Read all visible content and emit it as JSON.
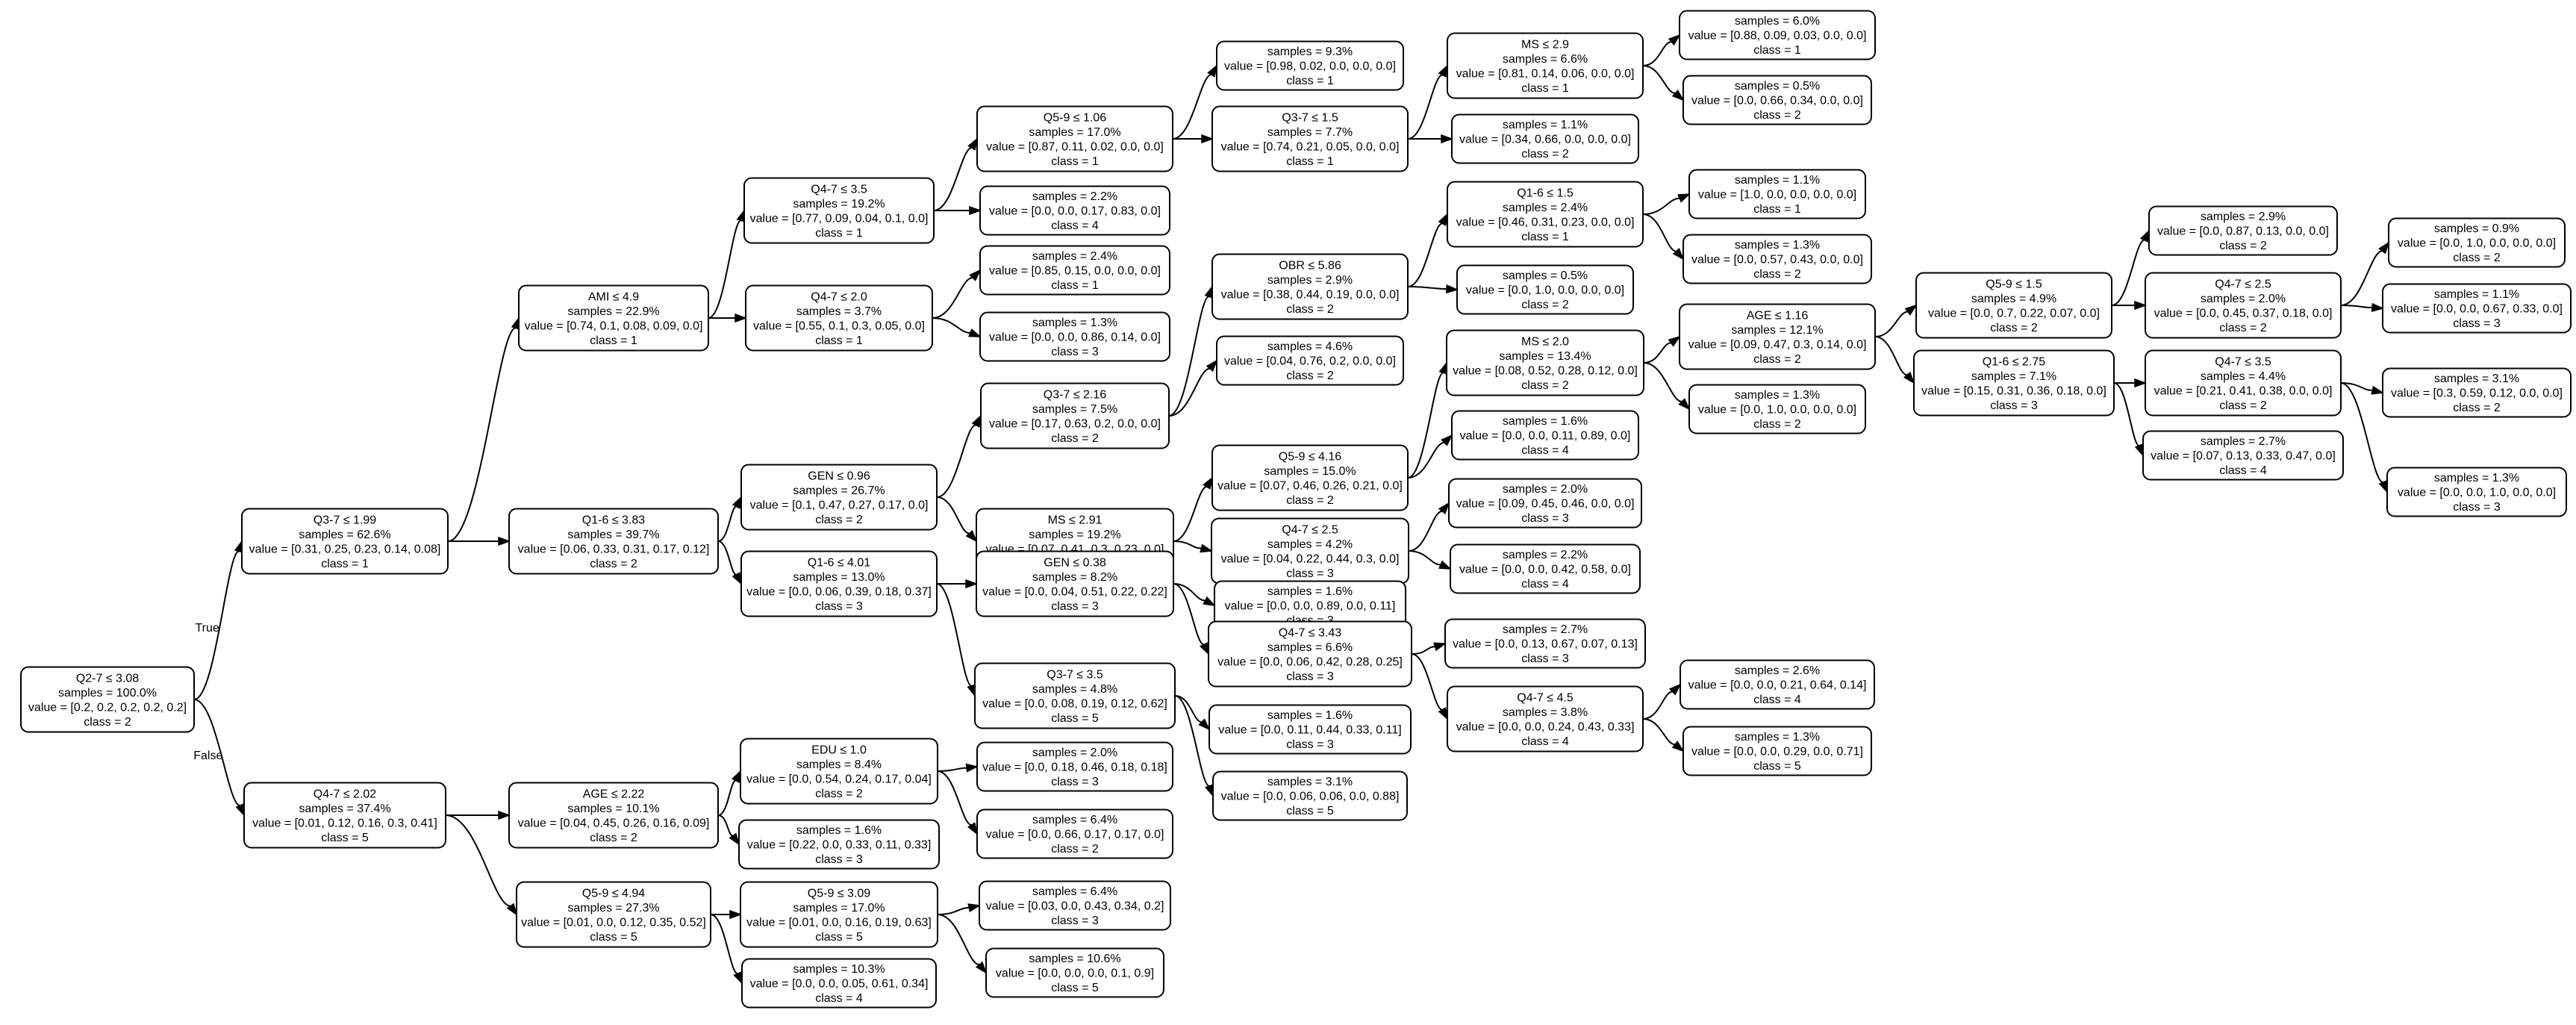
{
  "nodes": [
    {
      "id": "n0",
      "lines": [
        "Q2-7 ≤ 3.08",
        "samples = 100.0%",
        "value = [0.2, 0.2, 0.2, 0.2, 0.2]",
        "class = 2"
      ]
    },
    {
      "id": "n1",
      "lines": [
        "Q3-7 ≤ 1.99",
        "samples = 62.6%",
        "value = [0.31, 0.25, 0.23, 0.14, 0.08]",
        "class = 1"
      ]
    },
    {
      "id": "n2",
      "lines": [
        "Q4-7 ≤ 2.02",
        "samples = 37.4%",
        "value = [0.01, 0.12, 0.16, 0.3, 0.41]",
        "class = 5"
      ]
    },
    {
      "id": "n3",
      "lines": [
        "AMI ≤ 4.9",
        "samples = 22.9%",
        "value = [0.74, 0.1, 0.08, 0.09, 0.0]",
        "class = 1"
      ]
    },
    {
      "id": "n4",
      "lines": [
        "Q1-6 ≤ 3.83",
        "samples = 39.7%",
        "value = [0.06, 0.33, 0.31, 0.17, 0.12]",
        "class = 2"
      ]
    },
    {
      "id": "n5",
      "lines": [
        "AGE ≤ 2.22",
        "samples = 10.1%",
        "value = [0.04, 0.45, 0.26, 0.16, 0.09]",
        "class = 2"
      ]
    },
    {
      "id": "n6",
      "lines": [
        "Q5-9 ≤ 4.94",
        "samples = 27.3%",
        "value = [0.01, 0.0, 0.12, 0.35, 0.52]",
        "class = 5"
      ]
    },
    {
      "id": "n7",
      "lines": [
        "Q4-7 ≤ 3.5",
        "samples = 19.2%",
        "value = [0.77, 0.09, 0.04, 0.1, 0.0]",
        "class = 1"
      ]
    },
    {
      "id": "n8",
      "lines": [
        "Q4-7 ≤ 2.0",
        "samples = 3.7%",
        "value = [0.55, 0.1, 0.3, 0.05, 0.0]",
        "class = 1"
      ]
    },
    {
      "id": "n9",
      "lines": [
        "GEN ≤ 0.96",
        "samples = 26.7%",
        "value = [0.1, 0.47, 0.27, 0.17, 0.0]",
        "class = 2"
      ]
    },
    {
      "id": "n10",
      "lines": [
        "Q1-6 ≤ 4.01",
        "samples = 13.0%",
        "value = [0.0, 0.06, 0.39, 0.18, 0.37]",
        "class = 3"
      ]
    },
    {
      "id": "n11",
      "lines": [
        "EDU ≤ 1.0",
        "samples = 8.4%",
        "value = [0.0, 0.54, 0.24, 0.17, 0.04]",
        "class = 2"
      ]
    },
    {
      "id": "n12",
      "lines": [
        "samples = 1.6%",
        "value = [0.22, 0.0, 0.33, 0.11, 0.33]",
        "class = 3"
      ]
    },
    {
      "id": "n13",
      "lines": [
        "Q5-9 ≤ 3.09",
        "samples = 17.0%",
        "value = [0.01, 0.0, 0.16, 0.19, 0.63]",
        "class = 5"
      ]
    },
    {
      "id": "n14",
      "lines": [
        "samples = 10.3%",
        "value = [0.0, 0.0, 0.05, 0.61, 0.34]",
        "class = 4"
      ]
    },
    {
      "id": "n15",
      "lines": [
        "Q5-9 ≤ 1.06",
        "samples = 17.0%",
        "value = [0.87, 0.11, 0.02, 0.0, 0.0]",
        "class = 1"
      ]
    },
    {
      "id": "n16",
      "lines": [
        "samples = 2.2%",
        "value = [0.0, 0.0, 0.17, 0.83, 0.0]",
        "class = 4"
      ]
    },
    {
      "id": "n17",
      "lines": [
        "samples = 2.4%",
        "value = [0.85, 0.15, 0.0, 0.0, 0.0]",
        "class = 1"
      ]
    },
    {
      "id": "n18",
      "lines": [
        "samples = 1.3%",
        "value = [0.0, 0.0, 0.86, 0.14, 0.0]",
        "class = 3"
      ]
    },
    {
      "id": "n19",
      "lines": [
        "Q3-7 ≤ 2.16",
        "samples = 7.5%",
        "value = [0.17, 0.63, 0.2, 0.0, 0.0]",
        "class = 2"
      ]
    },
    {
      "id": "n20",
      "lines": [
        "MS ≤ 2.91",
        "samples = 19.2%",
        "value = [0.07, 0.41, 0.3, 0.23, 0.0]",
        "class = 2"
      ]
    },
    {
      "id": "n21",
      "lines": [
        "GEN ≤ 0.38",
        "samples = 8.2%",
        "value = [0.0, 0.04, 0.51, 0.22, 0.22]",
        "class = 3"
      ]
    },
    {
      "id": "n22",
      "lines": [
        "Q3-7 ≤ 3.5",
        "samples = 4.8%",
        "value = [0.0, 0.08, 0.19, 0.12, 0.62]",
        "class = 5"
      ]
    },
    {
      "id": "n23",
      "lines": [
        "samples = 2.0%",
        "value = [0.0, 0.18, 0.46, 0.18, 0.18]",
        "class = 3"
      ]
    },
    {
      "id": "n24",
      "lines": [
        "samples = 6.4%",
        "value = [0.0, 0.66, 0.17, 0.17, 0.0]",
        "class = 2"
      ]
    },
    {
      "id": "n25",
      "lines": [
        "samples = 6.4%",
        "value = [0.03, 0.0, 0.43, 0.34, 0.2]",
        "class = 3"
      ]
    },
    {
      "id": "n26",
      "lines": [
        "samples = 10.6%",
        "value = [0.0, 0.0, 0.0, 0.1, 0.9]",
        "class = 5"
      ]
    },
    {
      "id": "n27",
      "lines": [
        "samples = 9.3%",
        "value = [0.98, 0.02, 0.0, 0.0, 0.0]",
        "class = 1"
      ]
    },
    {
      "id": "n28",
      "lines": [
        "Q3-7 ≤ 1.5",
        "samples = 7.7%",
        "value = [0.74, 0.21, 0.05, 0.0, 0.0]",
        "class = 1"
      ]
    },
    {
      "id": "n29",
      "lines": [
        "OBR ≤ 5.86",
        "samples = 2.9%",
        "value = [0.38, 0.44, 0.19, 0.0, 0.0]",
        "class = 2"
      ]
    },
    {
      "id": "n30",
      "lines": [
        "samples = 4.6%",
        "value = [0.04, 0.76, 0.2, 0.0, 0.0]",
        "class = 2"
      ]
    },
    {
      "id": "n31",
      "lines": [
        "Q5-9 ≤ 4.16",
        "samples = 15.0%",
        "value = [0.07, 0.46, 0.26, 0.21, 0.0]",
        "class = 2"
      ]
    },
    {
      "id": "n32",
      "lines": [
        "Q4-7 ≤ 2.5",
        "samples = 4.2%",
        "value = [0.04, 0.22, 0.44, 0.3, 0.0]",
        "class = 3"
      ]
    },
    {
      "id": "n33",
      "lines": [
        "samples = 1.6%",
        "value = [0.0, 0.0, 0.89, 0.0, 0.11]",
        "class = 3"
      ]
    },
    {
      "id": "n34",
      "lines": [
        "Q4-7 ≤ 3.43",
        "samples = 6.6%",
        "value = [0.0, 0.06, 0.42, 0.28, 0.25]",
        "class = 3"
      ]
    },
    {
      "id": "n35",
      "lines": [
        "samples = 1.6%",
        "value = [0.0, 0.11, 0.44, 0.33, 0.11]",
        "class = 3"
      ]
    },
    {
      "id": "n36",
      "lines": [
        "samples = 3.1%",
        "value = [0.0, 0.06, 0.06, 0.0, 0.88]",
        "class = 5"
      ]
    },
    {
      "id": "n37",
      "lines": [
        "MS ≤ 2.9",
        "samples = 6.6%",
        "value = [0.81, 0.14, 0.06, 0.0, 0.0]",
        "class = 1"
      ]
    },
    {
      "id": "n38",
      "lines": [
        "samples = 1.1%",
        "value = [0.34, 0.66, 0.0, 0.0, 0.0]",
        "class = 2"
      ]
    },
    {
      "id": "n39",
      "lines": [
        "Q1-6 ≤ 1.5",
        "samples = 2.4%",
        "value = [0.46, 0.31, 0.23, 0.0, 0.0]",
        "class = 1"
      ]
    },
    {
      "id": "n40",
      "lines": [
        "samples = 0.5%",
        "value = [0.0, 1.0, 0.0, 0.0, 0.0]",
        "class = 2"
      ]
    },
    {
      "id": "n41",
      "lines": [
        "MS ≤ 2.0",
        "samples = 13.4%",
        "value = [0.08, 0.52, 0.28, 0.12, 0.0]",
        "class = 2"
      ]
    },
    {
      "id": "n42",
      "lines": [
        "samples = 1.6%",
        "value = [0.0, 0.0, 0.11, 0.89, 0.0]",
        "class = 4"
      ]
    },
    {
      "id": "n43",
      "lines": [
        "samples = 2.0%",
        "value = [0.09, 0.45, 0.46, 0.0, 0.0]",
        "class = 3"
      ]
    },
    {
      "id": "n44",
      "lines": [
        "samples = 2.2%",
        "value = [0.0, 0.0, 0.42, 0.58, 0.0]",
        "class = 4"
      ]
    },
    {
      "id": "n45",
      "lines": [
        "samples = 2.7%",
        "value = [0.0, 0.13, 0.67, 0.07, 0.13]",
        "class = 3"
      ]
    },
    {
      "id": "n46",
      "lines": [
        "Q4-7 ≤ 4.5",
        "samples = 3.8%",
        "value = [0.0, 0.0, 0.24, 0.43, 0.33]",
        "class = 4"
      ]
    },
    {
      "id": "n47",
      "lines": [
        "samples = 6.0%",
        "value = [0.88, 0.09, 0.03, 0.0, 0.0]",
        "class = 1"
      ]
    },
    {
      "id": "n48",
      "lines": [
        "samples = 0.5%",
        "value = [0.0, 0.66, 0.34, 0.0, 0.0]",
        "class = 2"
      ]
    },
    {
      "id": "n49",
      "lines": [
        "samples = 1.1%",
        "value = [1.0, 0.0, 0.0, 0.0, 0.0]",
        "class = 1"
      ]
    },
    {
      "id": "n50",
      "lines": [
        "samples = 1.3%",
        "value = [0.0, 0.57, 0.43, 0.0, 0.0]",
        "class = 2"
      ]
    },
    {
      "id": "n51",
      "lines": [
        "AGE ≤ 1.16",
        "samples = 12.1%",
        "value = [0.09, 0.47, 0.3, 0.14, 0.0]",
        "class = 2"
      ]
    },
    {
      "id": "n52",
      "lines": [
        "samples = 1.3%",
        "value = [0.0, 1.0, 0.0, 0.0, 0.0]",
        "class = 2"
      ]
    },
    {
      "id": "n53",
      "lines": [
        "samples = 2.6%",
        "value = [0.0, 0.0, 0.21, 0.64, 0.14]",
        "class = 4"
      ]
    },
    {
      "id": "n54",
      "lines": [
        "samples = 1.3%",
        "value = [0.0, 0.0, 0.29, 0.0, 0.71]",
        "class = 5"
      ]
    },
    {
      "id": "n55",
      "lines": [
        "Q5-9 ≤ 1.5",
        "samples = 4.9%",
        "value = [0.0, 0.7, 0.22, 0.07, 0.0]",
        "class = 2"
      ]
    },
    {
      "id": "n56",
      "lines": [
        "Q1-6 ≤ 2.75",
        "samples = 7.1%",
        "value = [0.15, 0.31, 0.36, 0.18, 0.0]",
        "class = 3"
      ]
    },
    {
      "id": "n57",
      "lines": [
        "samples = 2.9%",
        "value = [0.0, 0.87, 0.13, 0.0, 0.0]",
        "class = 2"
      ]
    },
    {
      "id": "n58",
      "lines": [
        "Q4-7 ≤ 2.5",
        "samples = 2.0%",
        "value = [0.0, 0.45, 0.37, 0.18, 0.0]",
        "class = 2"
      ]
    },
    {
      "id": "n59",
      "lines": [
        "Q4-7 ≤ 3.5",
        "samples = 4.4%",
        "value = [0.21, 0.41, 0.38, 0.0, 0.0]",
        "class = 2"
      ]
    },
    {
      "id": "n60",
      "lines": [
        "samples = 2.7%",
        "value = [0.07, 0.13, 0.33, 0.47, 0.0]",
        "class = 4"
      ]
    },
    {
      "id": "n61",
      "lines": [
        "samples = 0.9%",
        "value = [0.0, 1.0, 0.0, 0.0, 0.0]",
        "class = 2"
      ]
    },
    {
      "id": "n62",
      "lines": [
        "samples = 1.1%",
        "value = [0.0, 0.0, 0.67, 0.33, 0.0]",
        "class = 3"
      ]
    },
    {
      "id": "n63",
      "lines": [
        "samples = 3.1%",
        "value = [0.3, 0.59, 0.12, 0.0, 0.0]",
        "class = 2"
      ]
    },
    {
      "id": "n64",
      "lines": [
        "samples = 1.3%",
        "value = [0.0, 0.0, 1.0, 0.0, 0.0]",
        "class = 3"
      ]
    }
  ],
  "edges": [
    {
      "from": "n0",
      "to": "n1",
      "label": "True"
    },
    {
      "from": "n0",
      "to": "n2",
      "label": "False"
    },
    {
      "from": "n1",
      "to": "n3"
    },
    {
      "from": "n1",
      "to": "n4"
    },
    {
      "from": "n2",
      "to": "n5"
    },
    {
      "from": "n2",
      "to": "n6"
    },
    {
      "from": "n3",
      "to": "n7"
    },
    {
      "from": "n3",
      "to": "n8"
    },
    {
      "from": "n4",
      "to": "n9"
    },
    {
      "from": "n4",
      "to": "n10"
    },
    {
      "from": "n5",
      "to": "n11"
    },
    {
      "from": "n5",
      "to": "n12"
    },
    {
      "from": "n6",
      "to": "n13"
    },
    {
      "from": "n6",
      "to": "n14"
    },
    {
      "from": "n7",
      "to": "n15"
    },
    {
      "from": "n7",
      "to": "n16"
    },
    {
      "from": "n8",
      "to": "n17"
    },
    {
      "from": "n8",
      "to": "n18"
    },
    {
      "from": "n9",
      "to": "n19"
    },
    {
      "from": "n9",
      "to": "n20"
    },
    {
      "from": "n10",
      "to": "n21"
    },
    {
      "from": "n10",
      "to": "n22"
    },
    {
      "from": "n11",
      "to": "n23"
    },
    {
      "from": "n11",
      "to": "n24"
    },
    {
      "from": "n13",
      "to": "n25"
    },
    {
      "from": "n13",
      "to": "n26"
    },
    {
      "from": "n15",
      "to": "n27"
    },
    {
      "from": "n15",
      "to": "n28"
    },
    {
      "from": "n19",
      "to": "n29"
    },
    {
      "from": "n19",
      "to": "n30"
    },
    {
      "from": "n20",
      "to": "n31"
    },
    {
      "from": "n20",
      "to": "n32"
    },
    {
      "from": "n21",
      "to": "n33"
    },
    {
      "from": "n21",
      "to": "n34"
    },
    {
      "from": "n22",
      "to": "n35"
    },
    {
      "from": "n22",
      "to": "n36"
    },
    {
      "from": "n28",
      "to": "n37"
    },
    {
      "from": "n28",
      "to": "n38"
    },
    {
      "from": "n29",
      "to": "n39"
    },
    {
      "from": "n29",
      "to": "n40"
    },
    {
      "from": "n31",
      "to": "n41"
    },
    {
      "from": "n31",
      "to": "n42"
    },
    {
      "from": "n32",
      "to": "n43"
    },
    {
      "from": "n32",
      "to": "n44"
    },
    {
      "from": "n34",
      "to": "n45"
    },
    {
      "from": "n34",
      "to": "n46"
    },
    {
      "from": "n37",
      "to": "n47"
    },
    {
      "from": "n37",
      "to": "n48"
    },
    {
      "from": "n39",
      "to": "n49"
    },
    {
      "from": "n39",
      "to": "n50"
    },
    {
      "from": "n41",
      "to": "n51"
    },
    {
      "from": "n41",
      "to": "n52"
    },
    {
      "from": "n46",
      "to": "n53"
    },
    {
      "from": "n46",
      "to": "n54"
    },
    {
      "from": "n51",
      "to": "n55"
    },
    {
      "from": "n51",
      "to": "n56"
    },
    {
      "from": "n55",
      "to": "n57"
    },
    {
      "from": "n55",
      "to": "n58"
    },
    {
      "from": "n56",
      "to": "n59"
    },
    {
      "from": "n56",
      "to": "n60"
    },
    {
      "from": "n58",
      "to": "n61"
    },
    {
      "from": "n58",
      "to": "n62"
    },
    {
      "from": "n59",
      "to": "n63"
    },
    {
      "from": "n59",
      "to": "n64"
    }
  ]
}
